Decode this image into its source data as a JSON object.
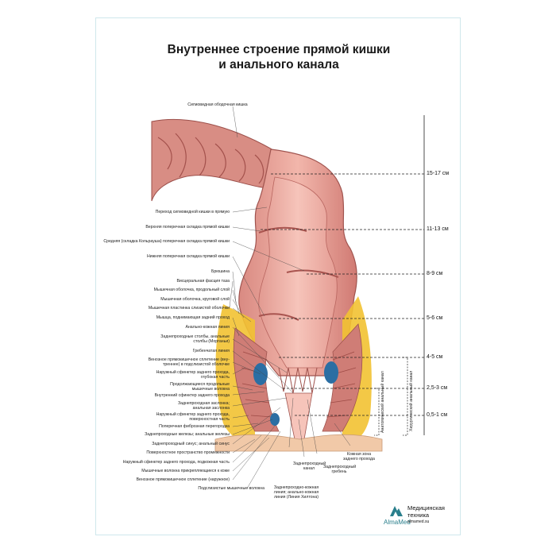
{
  "title": {
    "line1": "Внутреннее строение прямой кишки",
    "line2": "и анального канала"
  },
  "labels_left": [
    "Сигмовидная ободочная кишка",
    "Переход сигмовидной кишки в прямую",
    "Верхняя поперечная складка прямой кишки",
    "Средняя (складка Кольрауша) поперечная складка прямой кишки",
    "Нижняя поперечная складка прямой кишки",
    "Брюшина",
    "Висцеральная фасция таза",
    "Мышечная оболочка, продольный слой",
    "Мышечная оболочка, круговой слой",
    "Мышечная пластинка слизистой оболочки",
    "Мышца, поднимающая задний проход",
    "Анально-кожная линия",
    "Заднепроходные столбы, анальные",
    "столбы (Морганьи)",
    "Гребенчатая линия",
    "Венозное прямокишечное сплетение (вну-",
    "треннее) в подслизистой оболочке",
    "Наружный сфинктер заднего прохода,",
    "глубокая часть",
    "Продолжающиеся продольные",
    "мышечные волокна",
    "Внутренний сфинктер заднего прохода",
    "Заднепроходная заслонка;",
    "анальная заслонка",
    "Наружный сфинктер заднего прохода,",
    "поверхностная часть",
    "Поперечная фиброзная перегородка",
    "Заднепроходные железы; анальные железы",
    "Заднепроходный синус; анальный синус",
    "Поверхностное пространство промежности",
    "Наружный сфинктер заднего прохода, подкожная часть",
    "Мышечные волокна прикрепляющиеся к коже",
    "Венозное прямокишечное сплетение (наружное)",
    "Подслизистые мышечные волокна"
  ],
  "labels_bottom": {
    "anal_canal": [
      "Заднепроходный",
      "канал"
    ],
    "anal_crest": [
      "Заднепроходный",
      "гребень"
    ],
    "hilton": [
      "Заднепроходно-кожная",
      "линия; анально-кожная",
      "линия (Линия Хилтона)"
    ],
    "skin_zone": [
      "Кожная зона",
      "заднего прохода"
    ]
  },
  "distances": [
    "15-17 см",
    "11-13 см",
    "8-9 см",
    "5-6 см",
    "4-5 см",
    "2,5-3 см",
    "0,5-1 см"
  ],
  "vertical_labels": [
    "Хирургический анальный канал",
    "Анатомический анальный канал"
  ],
  "brand": {
    "name": "AlmaMed",
    "line1": "Медицинская",
    "line2": "техника",
    "site": "almamed.su"
  },
  "colors": {
    "border": "#cfe7ec",
    "flesh": "#e9a49b",
    "flesh_dark": "#c8706a",
    "muscle": "#d98a82",
    "fat": "#f2c232",
    "vein": "#2b6ea3",
    "logo": "#2a7f8c"
  }
}
